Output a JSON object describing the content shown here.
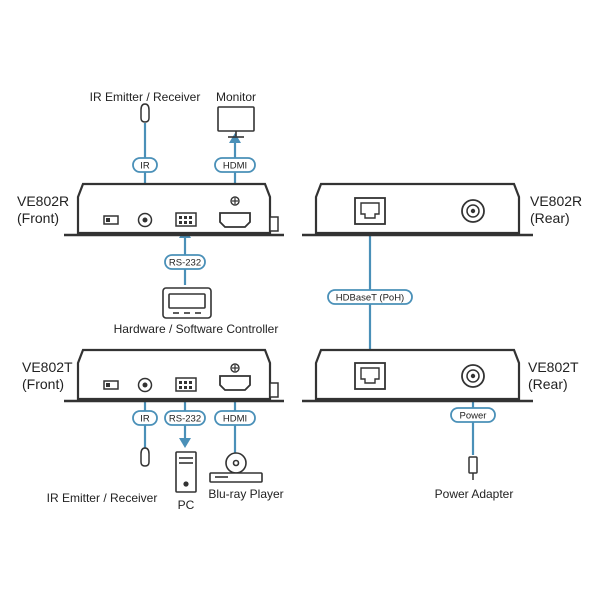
{
  "labels": {
    "ve802r_front": [
      "VE802R",
      "(Front)"
    ],
    "ve802r_rear": [
      "VE802R",
      "(Rear)"
    ],
    "ve802t_front": [
      "VE802T",
      "(Front)"
    ],
    "ve802t_rear": [
      "VE802T",
      "(Rear)"
    ]
  },
  "devices": {
    "ir_top": "IR Emitter / Receiver",
    "monitor": "Monitor",
    "controller": "Hardware / Software Controller",
    "ir_bottom": "IR Emitter / Receiver",
    "pc": "PC",
    "bluray": "Blu-ray Player",
    "power_adapter": "Power Adapter"
  },
  "tags": {
    "ir_top": "IR",
    "hdmi_top": "HDMI",
    "rs232_mid": "RS-232",
    "hdbaset": "HDBaseT (PoH)",
    "ir_bottom": "IR",
    "rs232_bottom": "RS-232",
    "hdmi_bottom": "HDMI",
    "power": "Power"
  },
  "colors": {
    "cable": "#4a90b8",
    "device": "#333333",
    "text": "#222222"
  }
}
